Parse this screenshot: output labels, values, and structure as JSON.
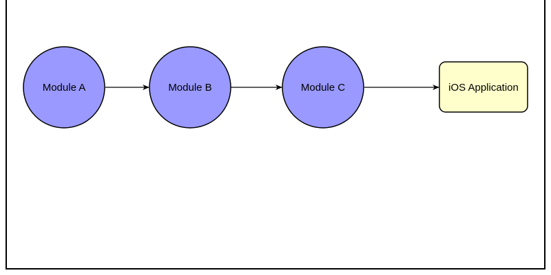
{
  "nodes": [
    {
      "id": "module-a",
      "label": "Module A",
      "shape": "circle",
      "fill": "#9999ff"
    },
    {
      "id": "module-b",
      "label": "Module B",
      "shape": "circle",
      "fill": "#9999ff"
    },
    {
      "id": "module-c",
      "label": "Module C",
      "shape": "circle",
      "fill": "#9999ff"
    },
    {
      "id": "ios-application",
      "label": "iOS Application",
      "shape": "rounded-rect",
      "fill": "#ffffcc"
    }
  ],
  "edges": [
    {
      "from": "module-a",
      "to": "module-b"
    },
    {
      "from": "module-b",
      "to": "module-c"
    },
    {
      "from": "module-c",
      "to": "ios-application"
    }
  ],
  "colors": {
    "circle_fill": "#9999ff",
    "box_fill": "#ffffcc",
    "stroke": "#000000"
  }
}
